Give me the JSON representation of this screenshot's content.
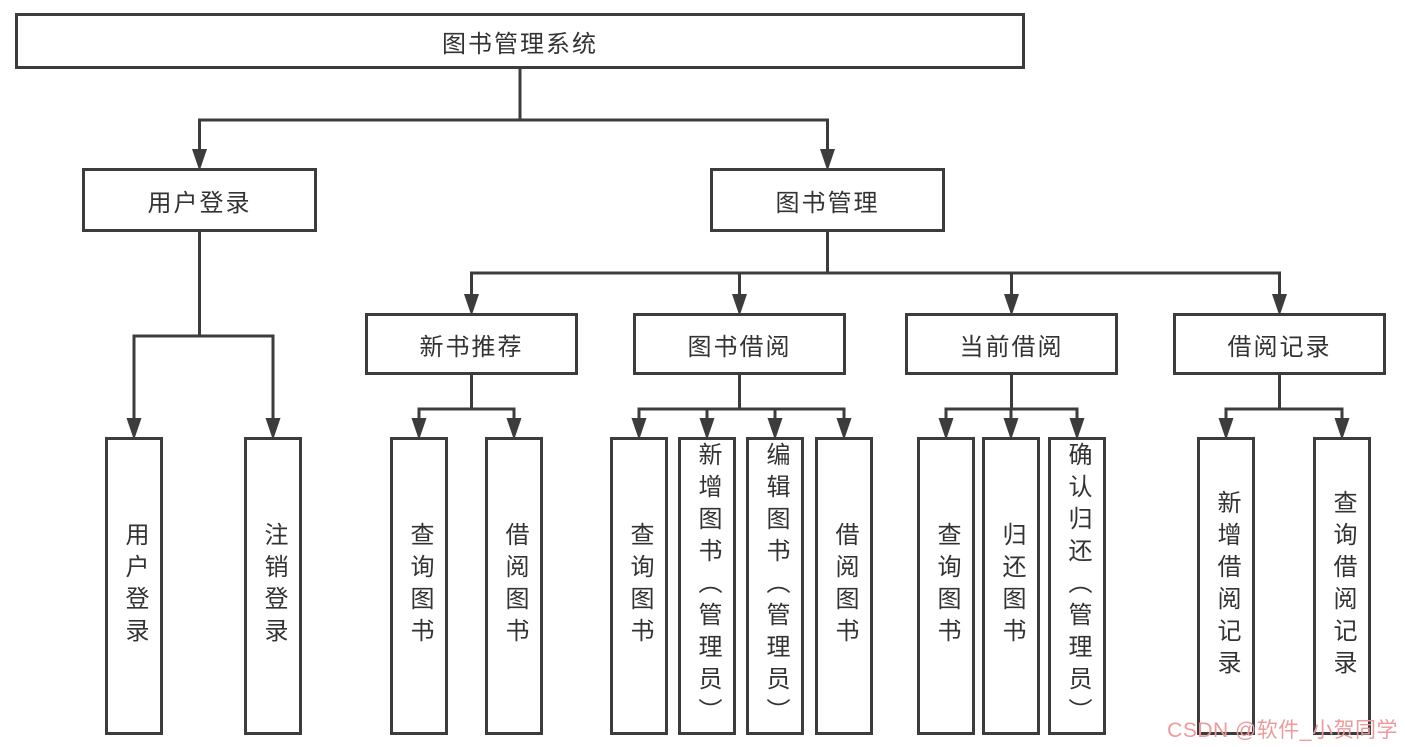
{
  "tree": {
    "label": "图书管理系统",
    "children": [
      {
        "label": "用户登录",
        "children": [
          {
            "label": "用户登录"
          },
          {
            "label": "注销登录"
          }
        ]
      },
      {
        "label": "图书管理",
        "children": [
          {
            "label": "新书推荐",
            "children": [
              {
                "label": "查询图书"
              },
              {
                "label": "借阅图书"
              }
            ]
          },
          {
            "label": "图书借阅",
            "children": [
              {
                "label": "查询图书"
              },
              {
                "label": "新增图书（管理员）"
              },
              {
                "label": "编辑图书（管理员）"
              },
              {
                "label": "借阅图书"
              }
            ]
          },
          {
            "label": "当前借阅",
            "children": [
              {
                "label": "查询图书"
              },
              {
                "label": "归还图书"
              },
              {
                "label": "确认归还（管理员）"
              }
            ]
          },
          {
            "label": "借阅记录",
            "children": [
              {
                "label": "新增借阅记录"
              },
              {
                "label": "查询借阅记录"
              }
            ]
          }
        ]
      }
    ]
  },
  "watermark": {
    "text": "CSDN @软件_小贺同学"
  },
  "colors": {
    "line": "#3c3c3c",
    "border": "#3c3c3c",
    "text": "#333333",
    "background": "#ffffff",
    "watermark": "#ee9a9c"
  }
}
